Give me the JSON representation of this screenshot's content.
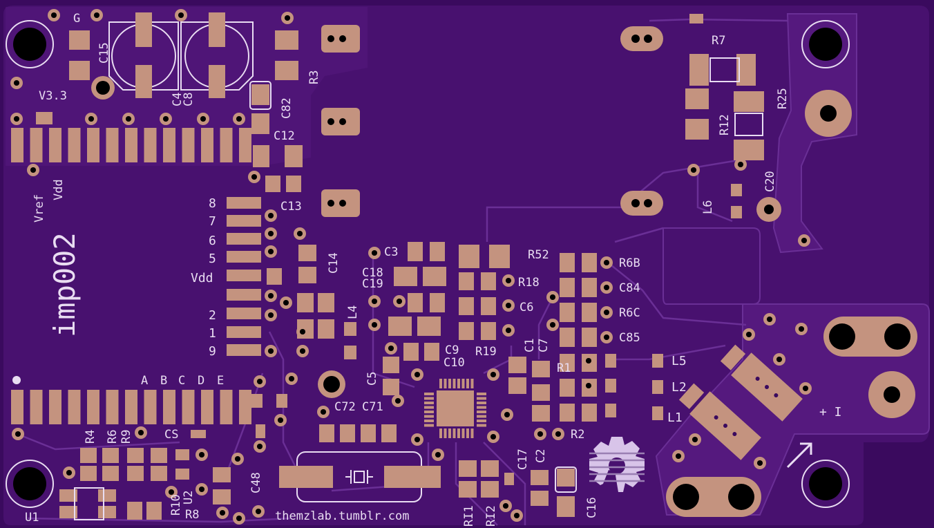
{
  "board": {
    "name": "imp002",
    "url": "themzlab.tumblr.com",
    "colors": {
      "substrate": "#3a0a5e",
      "copper": "#48116f",
      "trace": "#6a2f96",
      "pad": "#c4937f",
      "silk": "#e9ddf2",
      "hole": "#000000"
    }
  },
  "labels": {
    "g": "G",
    "v33": "V3.3",
    "vref": "Vref",
    "vdd": "Vdd",
    "vdd2": "Vdd",
    "pin8": "8",
    "pin7": "7",
    "pin6": "6",
    "pin5": "5",
    "pin2": "2",
    "pin1": "1",
    "pin9": "9",
    "pinA": "A",
    "pinB": "B",
    "pinC": "C",
    "pinD": "D",
    "pinE": "E",
    "cs": "CS",
    "plus_minus": "+ I"
  },
  "components": {
    "c15": "C15",
    "c4": "C4",
    "c8": "C8",
    "c82": "C82",
    "c12": "C12",
    "c13": "C13",
    "c14": "C14",
    "r3": "R3",
    "c3": "C3",
    "c18": "C18",
    "c19": "C19",
    "r52": "R52",
    "r6b": "R6B",
    "r18": "R18",
    "c84": "C84",
    "c6": "C6",
    "r6c": "R6C",
    "l4": "L4",
    "c85": "C85",
    "c9": "C9",
    "c10": "C10",
    "r19": "R19",
    "c1": "C1",
    "c7": "C7",
    "r1": "R1",
    "c5": "C5",
    "c72": "C72",
    "c71": "C71",
    "r2": "R2",
    "c17": "C17",
    "c2": "C2",
    "c16": "C16",
    "c48": "C48",
    "r4": "R4",
    "r6": "R6",
    "r9": "R9",
    "r10": "R10",
    "u2": "U2",
    "r8": "R8",
    "u1": "U1",
    "ri1": "RI1",
    "ri2": "RI2",
    "r7": "R7",
    "r25": "R25",
    "r12": "R12",
    "c20": "C20",
    "l6": "L6",
    "l5": "L5",
    "l2": "L2",
    "l1": "L1"
  }
}
